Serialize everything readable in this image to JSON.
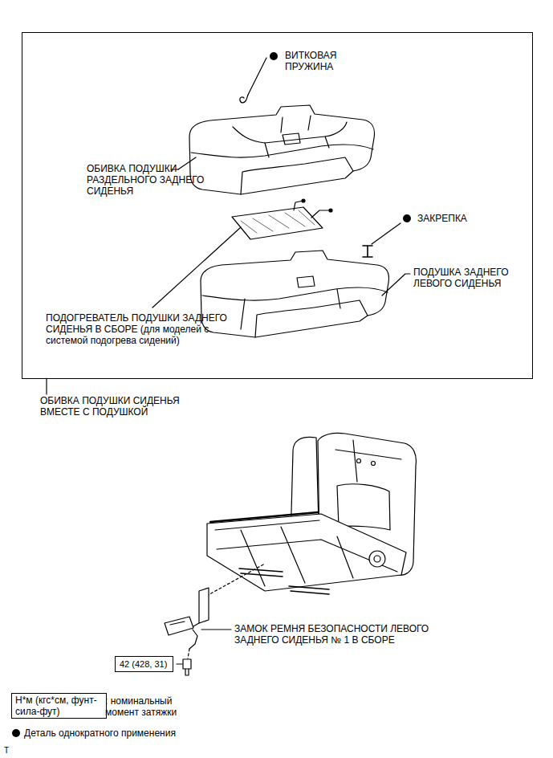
{
  "diagram": {
    "nodes": [
      {
        "text": [
          "ОБИВКА ПОДУШКИ СИДЕНЬЯ ВМЕСТЕ С ПОДУШКОЙ"
        ]
      },
      {
        "text": [
          "42 (428, 31)"
        ]
      },
      {
        "text": [
          "Н*м (кгс*см, фунт-сила-фут)"
        ]
      }
    ],
    "labels": [
      "ВИТКОВАЯ ПРУЖИНА",
      "ОБИВКА ПОДУШКИ РАЗДЕЛЬНОГО ЗАДНЕГО СИДЕНЬЯ",
      "ЗАКРЕПКА",
      "ПОДУШКА ЗАДНЕГО ЛЕВОГО СИДЕНЬЯ",
      "ПОДОГРЕВАТЕЛЬ ПОДУШКИ ЗАДНЕГО СИДЕНЬЯ В СБОРЕ (для моделей с системой подогрева сидений)",
      "ЗАМОК РЕМНЯ БЕЗОПАСНОСТИ ЛЕВОГО ЗАДНЕГО СИДЕНЬЯ № 1 В СБОРЕ",
      "T"
    ],
    "legend": [
      {
        "text": ": номинальный момент затяжки"
      },
      {
        "text": "Деталь однократного применения"
      }
    ]
  }
}
